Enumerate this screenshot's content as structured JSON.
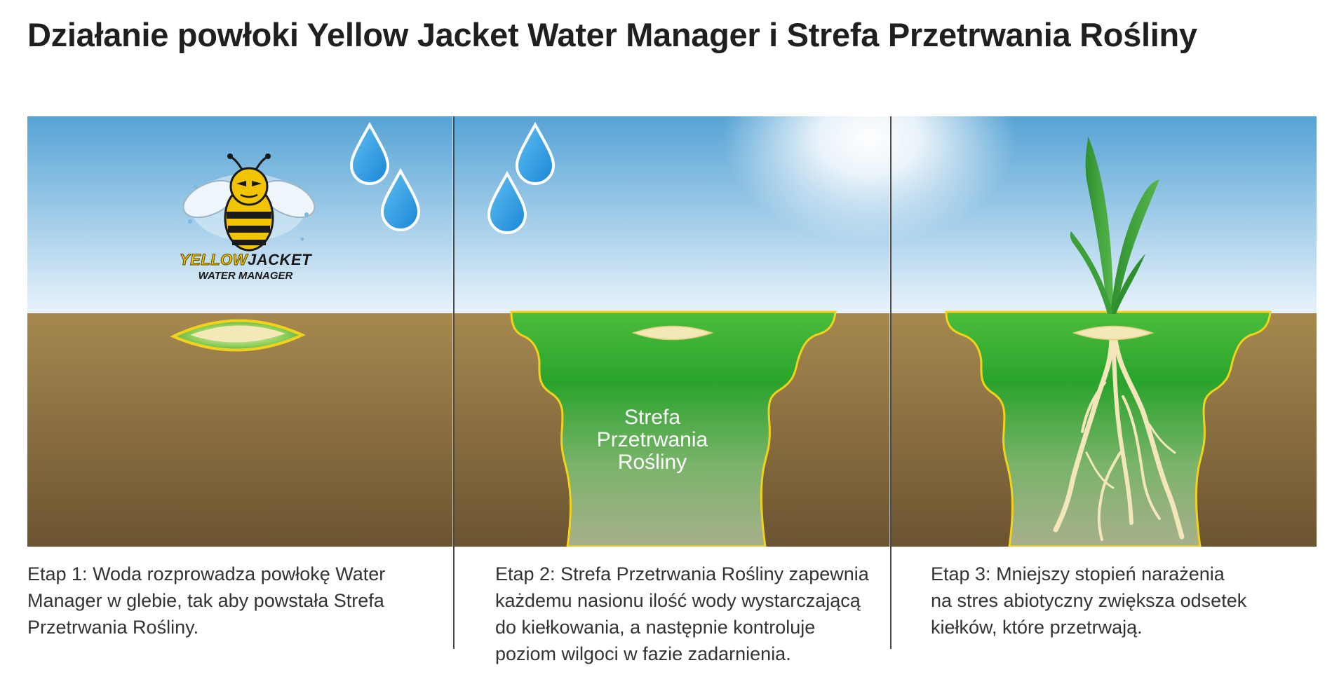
{
  "title": "Działanie powłoki Yellow Jacket Water Manager i Strefa Przetrwania Rośliny",
  "logo": {
    "part1": "YELLOW",
    "part2": "JACKET",
    "line2": "WATER MANAGER"
  },
  "zone_label": {
    "line1": "Strefa",
    "line2": "Przetrwania",
    "line3": "Rośliny"
  },
  "stages": [
    {
      "lines": [
        "Etap 1: Woda rozprowadza powłokę Water",
        "Manager w glebie, tak aby powstała Strefa",
        "Przetrwania Rośliny."
      ]
    },
    {
      "lines": [
        "Etap 2: Strefa Przetrwania Rośliny zapewnia",
        "każdemu nasionu ilość wody wystarczającą",
        "do kiełkowania, a następnie kontroluje",
        "poziom wilgoci w fazie zadarnienia."
      ]
    },
    {
      "lines": [
        "Etap 3: Mniejszy stopień narażenia",
        "na stres abiotyczny zwiększa odsetek",
        "kiełków, które przetrwają."
      ]
    }
  ],
  "colors": {
    "sky_top": "#5aa6d6",
    "sky_bottom": "#e6f2fa",
    "soil_top": "#a3864f",
    "soil_bottom": "#6e5634",
    "zone_green": "#2fa82f",
    "outline_yellow": "#f2d21b",
    "water_drop": "#2f9be0",
    "seed": "#f4e8b8"
  }
}
